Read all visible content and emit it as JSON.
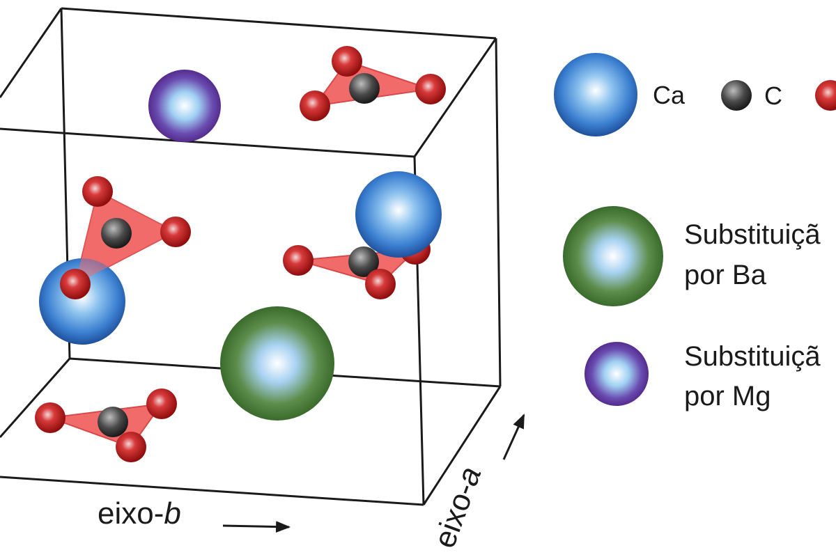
{
  "axes": {
    "b": {
      "prefix": "eixo-",
      "letter": "b"
    },
    "a": {
      "prefix": "eixo-",
      "letter": "a"
    }
  },
  "legend": {
    "ca": "Ca",
    "c": "C",
    "ba_line1": "Substituiçã",
    "ba_line2": "por Ba",
    "mg_line1": "Substituiçã",
    "mg_line2": "por Mg"
  },
  "colors": {
    "ca": "#2f6fc0",
    "ba": "#3f7a2f",
    "mg": "#6a2c99",
    "carbon": "#3a3a3a",
    "oxygen": "#c81414",
    "triangle": "#f26b6b"
  }
}
